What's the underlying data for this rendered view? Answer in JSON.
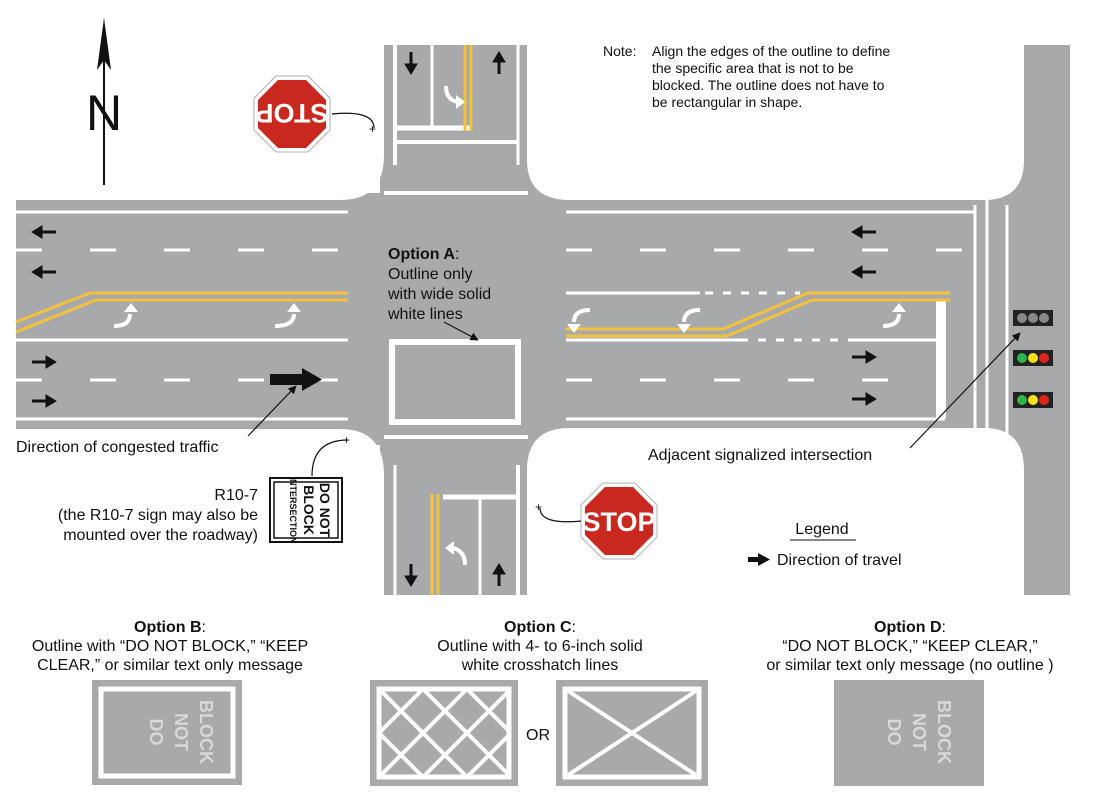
{
  "note": {
    "prefix": "Note:",
    "lines": [
      "Align the edges of the outline to define",
      "the specific area that is not to be",
      "blocked. The outline does not have to",
      "be rectangular in shape."
    ]
  },
  "north_label": "N",
  "option_a": {
    "title": "Option A",
    "lines": [
      "Outline only",
      "with wide solid",
      "white lines"
    ]
  },
  "congested_label": "Direction of congested traffic",
  "signalized_label": "Adjacent signalized intersection",
  "stop_text": "STOP",
  "sign_r10_7": {
    "label": "R10-7",
    "caption_lines": [
      "(the R10-7 sign may also be",
      "mounted over the roadway)"
    ],
    "face_lines": [
      "DO NOT",
      "BLOCK",
      "INTERSECTION"
    ]
  },
  "legend": {
    "title": "Legend",
    "item": "Direction of travel"
  },
  "option_b": {
    "title": "Option B",
    "lines": [
      "Outline with “DO NOT BLOCK,” “KEEP",
      "CLEAR,” or similar text only message"
    ],
    "marking_words": [
      "BLOCK",
      "NOT",
      "DO"
    ]
  },
  "option_c": {
    "title": "Option C",
    "lines": [
      "Outline with 4- to 6-inch solid",
      "white crosshatch lines"
    ],
    "or_text": "OR"
  },
  "option_d": {
    "title": "Option D",
    "lines": [
      "“DO NOT BLOCK,” “KEEP CLEAR,”",
      "or similar text only message (no outline )"
    ],
    "marking_words": [
      "BLOCK",
      "NOT",
      "DO"
    ]
  },
  "colors": {
    "pavement": "#a8a9ab",
    "marking_white": "#ffffff",
    "marking_yellow": "#f3c13a",
    "stop_red": "#c8281e",
    "signal_red": "#e0261c",
    "signal_yellow": "#f5e11a",
    "signal_green": "#2fb34a",
    "text": "#111111"
  }
}
